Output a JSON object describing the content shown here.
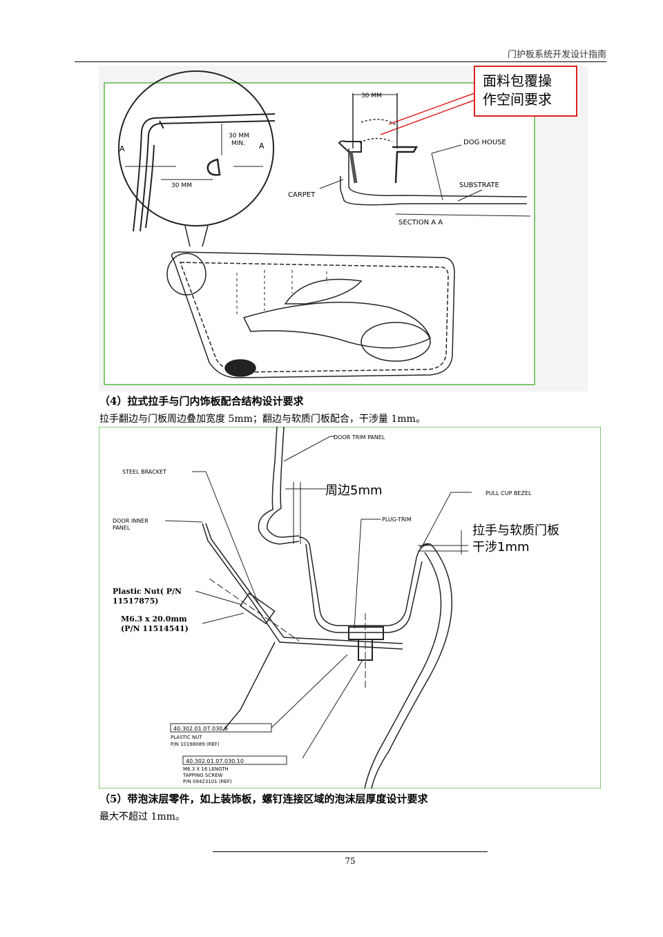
{
  "header": {
    "title": "门护板系统开发设计指南"
  },
  "figure1": {
    "callout": [
      "面料包覆操",
      "作空间要求"
    ],
    "labels": {
      "dim_top": "30 MM",
      "dim_min_1": "30 MM",
      "dim_min_2": "MIN.",
      "dim_bottom": "30 MM",
      "a_left": "A",
      "a_right": "A",
      "dog_house": "DOG HOUSE",
      "substrate": "SUBSTRATE",
      "carpet": "CARPET",
      "section": "SECTION A A"
    }
  },
  "section4": {
    "heading": "（4）拉式拉手与门内饰板配合结构设计要求",
    "text": "拉手翻边与门板周边叠加宽度 5mm；翻边与软质门板配合，干涉量 1mm。"
  },
  "figure2": {
    "labels": {
      "door_trim_panel": "DOOR TRIM PANEL",
      "steel_bracket": "STEEL BRACKET",
      "door_inner_1": "DOOR INNER",
      "door_inner_2": "PANEL",
      "periphery": "周边5mm",
      "plug_trim": "PLUG-TRIM",
      "pull_cup_bezel": "PULL CUP BEZEL",
      "interf_1": "拉手与软质门板",
      "interf_2": "干涉1mm",
      "plastic_nut_1": "Plastic Nut( P/N",
      "plastic_nut_2": "11517875)",
      "screw_1": "M6.3 x 20.0mm",
      "screw_2": "(P/N 11514541)",
      "box1_code": "40.302.01.07.030.9",
      "box1_l1": "PLASTIC NUT",
      "box1_l2": "P/N 10198089 (REF)",
      "box2_code": "40.302.01.07.030.10",
      "box2_l1": "M6.3 X 16 LENGTH",
      "box2_l2": "TAPPING SCREW",
      "box2_l3": "P/N 09423101 (REF)"
    }
  },
  "section5": {
    "heading": "（5）带泡沫层零件，如上装饰板，螺钉连接区域的泡沫层厚度设计要求",
    "text": "最大不超过 1mm。"
  },
  "footer": {
    "page_number": "75"
  }
}
